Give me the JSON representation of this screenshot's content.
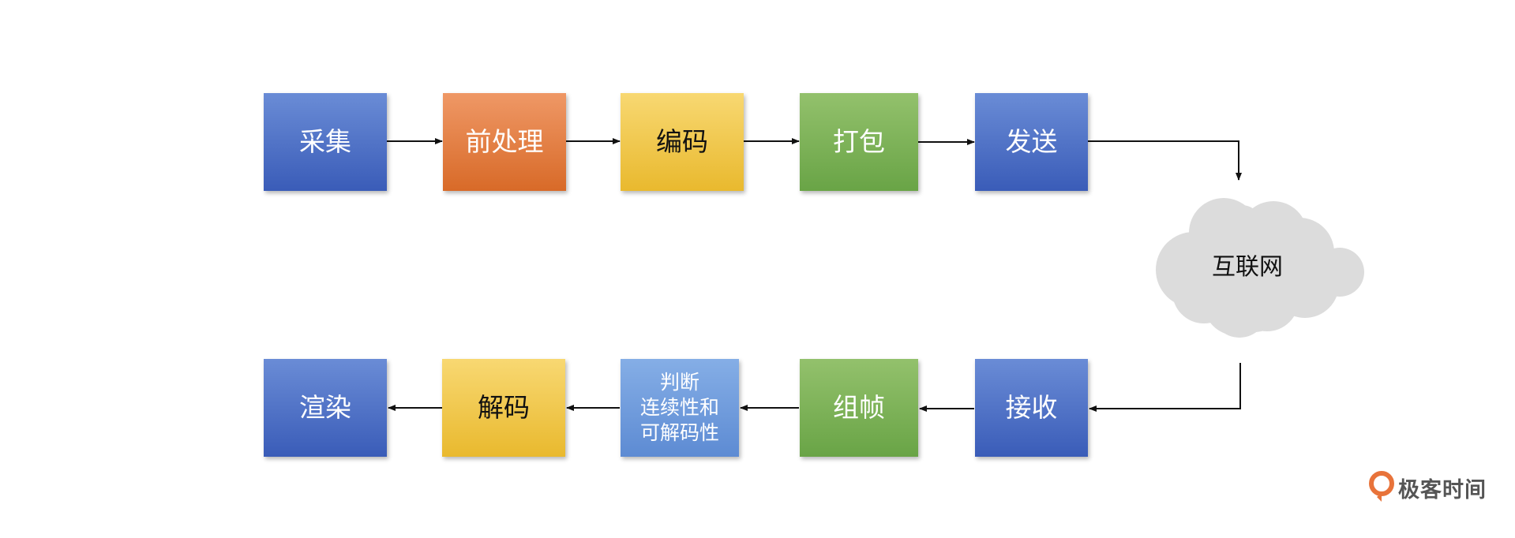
{
  "diagram": {
    "top_row": [
      {
        "label_lines": [
          "采集"
        ],
        "color": "#4a6cc8"
      },
      {
        "label_lines": [
          "前处理"
        ],
        "color": "#e07a3a"
      },
      {
        "label_lines": [
          "编码"
        ],
        "color": "#f2c542"
      },
      {
        "label_lines": [
          "打包"
        ],
        "color": "#78ae52"
      },
      {
        "label_lines": [
          "发送"
        ],
        "color": "#4a6cc8"
      }
    ],
    "cloud": {
      "label": "互联网",
      "color": "#e0e0e0"
    },
    "bottom_row": [
      {
        "label_lines": [
          "渲染"
        ],
        "color": "#4a6cc8"
      },
      {
        "label_lines": [
          "解码"
        ],
        "color": "#f2c542"
      },
      {
        "label_lines": [
          "判断",
          "连续性和",
          "可解码性"
        ],
        "color": "#6d9ade"
      },
      {
        "label_lines": [
          "组帧"
        ],
        "color": "#78ae52"
      },
      {
        "label_lines": [
          "接收"
        ],
        "color": "#4a6cc8"
      }
    ],
    "edges": [
      {
        "from": "采集",
        "to": "前处理"
      },
      {
        "from": "前处理",
        "to": "编码"
      },
      {
        "from": "编码",
        "to": "打包"
      },
      {
        "from": "打包",
        "to": "发送"
      },
      {
        "from": "发送",
        "to": "互联网"
      },
      {
        "from": "互联网",
        "to": "接收"
      },
      {
        "from": "接收",
        "to": "组帧"
      },
      {
        "from": "组帧",
        "to": "判断连续性和可解码性"
      },
      {
        "from": "判断连续性和可解码性",
        "to": "解码"
      },
      {
        "from": "解码",
        "to": "渲染"
      }
    ]
  },
  "watermark": {
    "text": "极客时间",
    "icon": "geektime-logo-icon",
    "color": "#e8733a"
  }
}
